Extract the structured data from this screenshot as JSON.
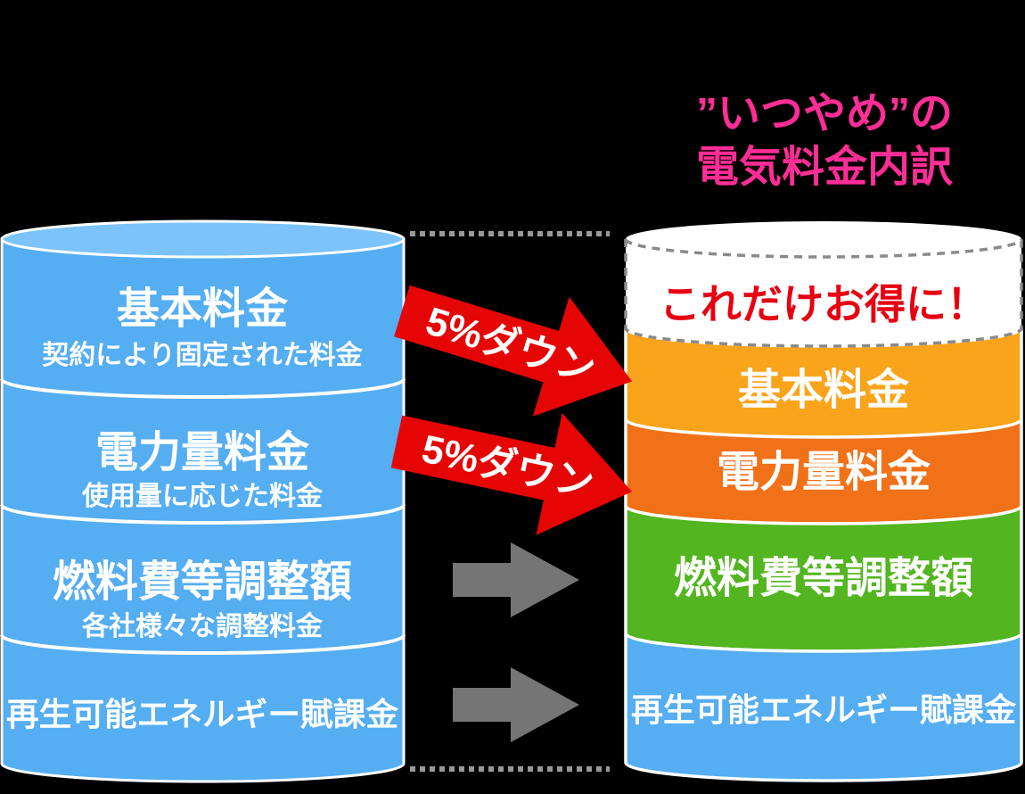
{
  "title": {
    "line1": "”いつやめ”の",
    "line2": "電気料金内訳",
    "color": "#FF2D96"
  },
  "left_cylinder": {
    "body_color": "#55ADF2",
    "top_color": "#7CC3FB",
    "segments": [
      {
        "label": "基本料金",
        "sublabel": "契約により固定された料金"
      },
      {
        "label": "電力量料金",
        "sublabel": "使用量に応じた料金"
      },
      {
        "label": "燃料費等調整額",
        "sublabel": "各社様々な調整料金"
      },
      {
        "label": "再生可能エネルギー賦課金",
        "sublabel": ""
      }
    ]
  },
  "right_cylinder": {
    "highlight": {
      "label": "これだけお得に！",
      "text_color": "#E60012",
      "fill": "#FFFFFF",
      "border_color": "#8A8A8A"
    },
    "segments": [
      {
        "label": "基本料金",
        "color": "#FAA41B"
      },
      {
        "label": "電力量料金",
        "color": "#F17119"
      },
      {
        "label": "燃料費等調整額",
        "color": "#53B520"
      },
      {
        "label": "再生可能エネルギー賦課金",
        "color": "#55ADF2"
      }
    ]
  },
  "arrows": {
    "red_color": "#E60505",
    "gray_color": "#757575",
    "red": [
      {
        "label": "5%ダウン"
      },
      {
        "label": "5%ダウン"
      }
    ]
  },
  "connectors": {
    "color": "#999999"
  }
}
